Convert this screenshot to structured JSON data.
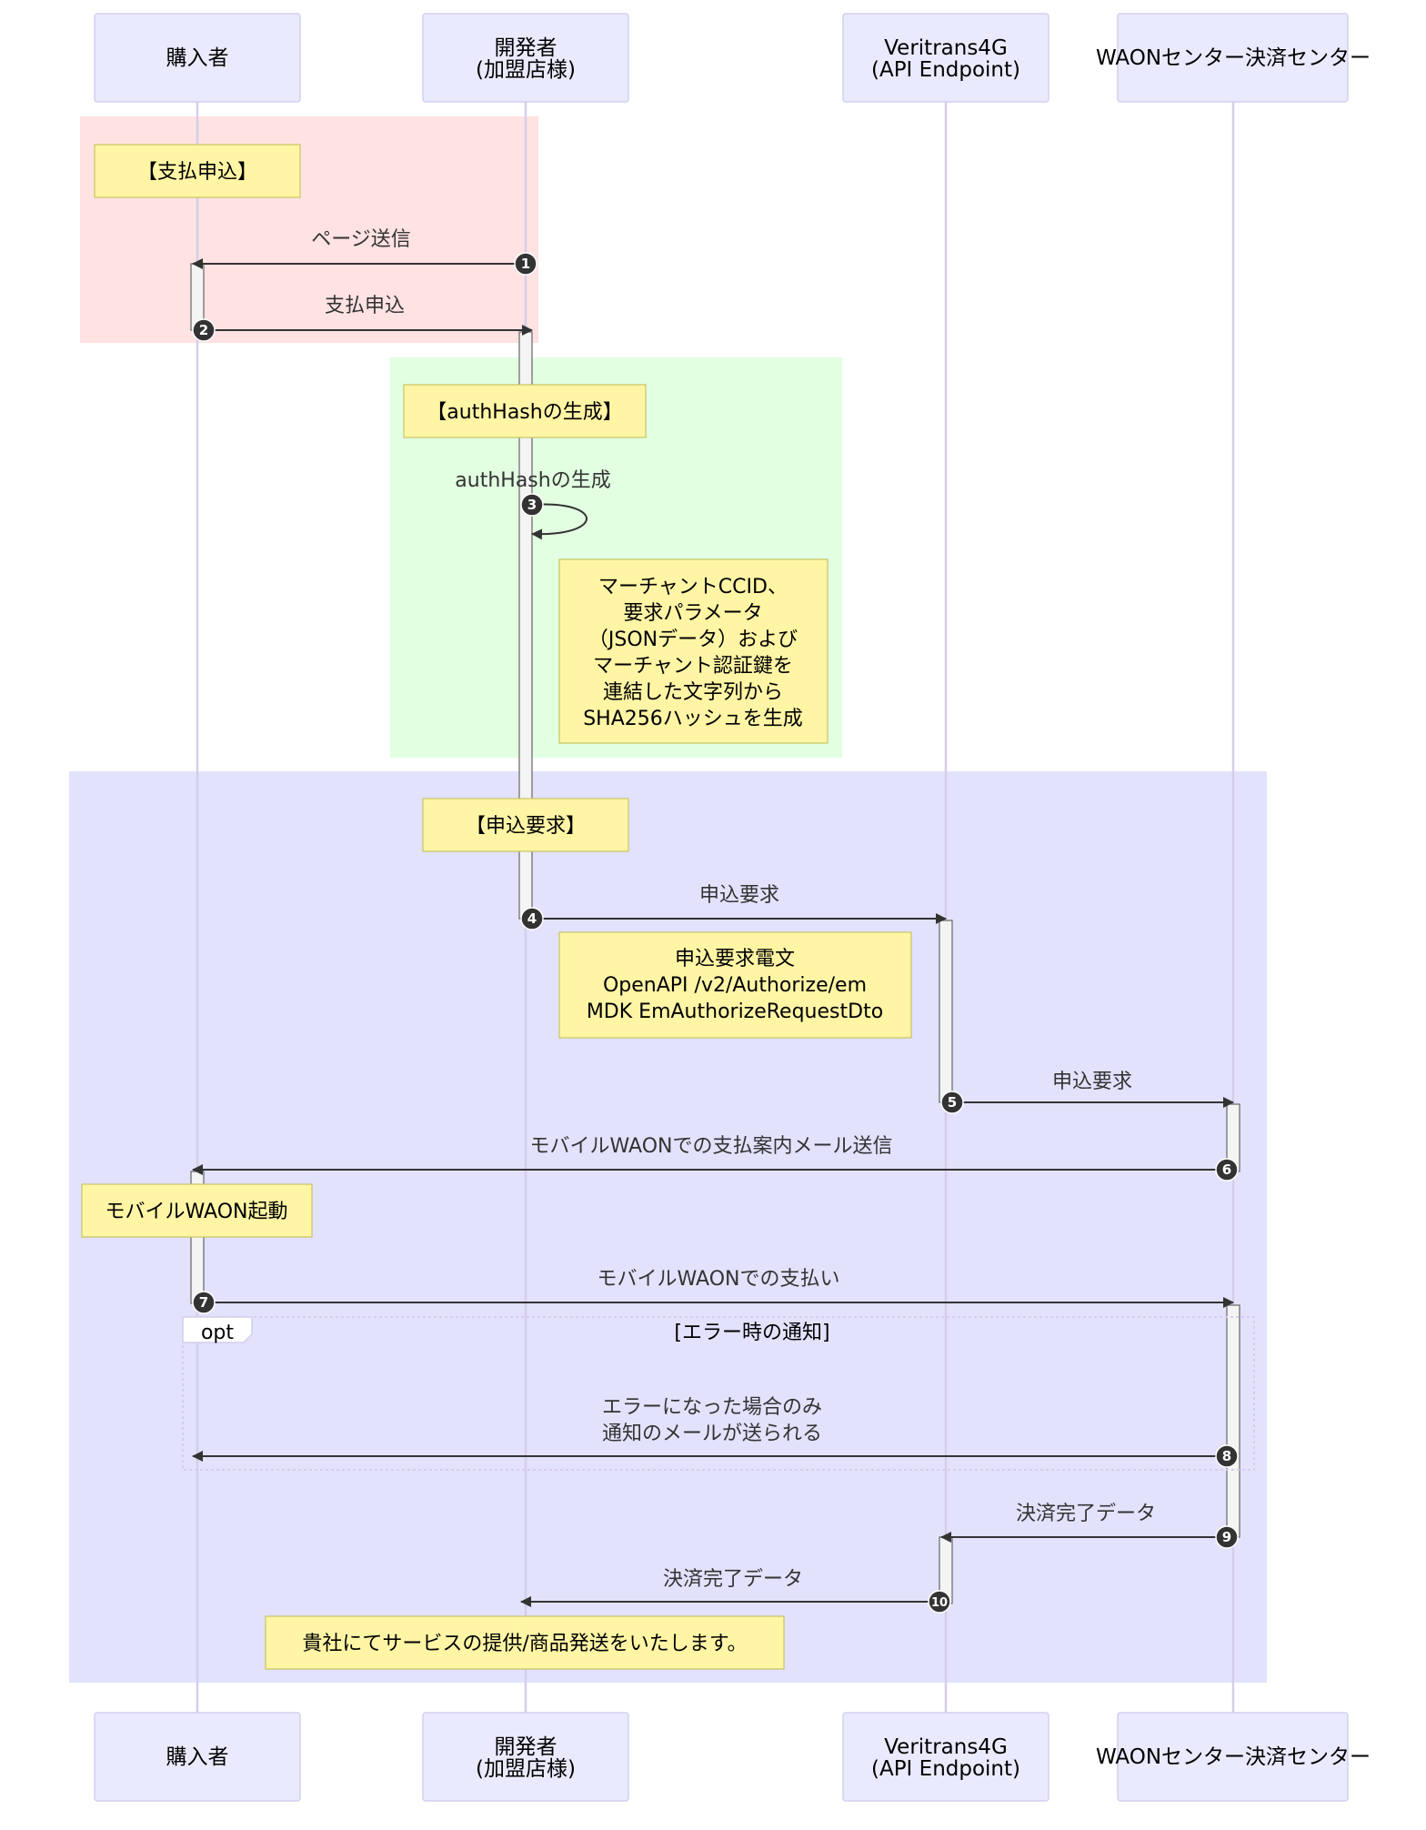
{
  "participants": {
    "buyer": [
      "購入者"
    ],
    "developer": [
      "開発者",
      "(加盟店様)"
    ],
    "veritrans": [
      "Veritrans4G",
      "(API Endpoint)"
    ],
    "waon": [
      "WAONセンター決済センター"
    ]
  },
  "colors": {
    "actor_fill": "#eaeafe",
    "actor_border": "#d3cfef",
    "lifeline": "#d6cdea",
    "rect_payment_application": "#ffe2e2",
    "rect_authhash": "#e2ffe2",
    "rect_request": "#e2e2fd",
    "note_fill": "#fff5a5",
    "note_border": "#c8c460",
    "arrow": "#333333",
    "number_badge": "#333333"
  },
  "notes": {
    "payment_application": "【支払申込】",
    "authhash_generation": "【authHashの生成】",
    "authhash_detail": [
      "マーチャントCCID、",
      "要求パラメータ",
      "（JSONデータ）および",
      "マーチャント認証鍵を",
      "連結した文字列から",
      "SHA256ハッシュを生成"
    ],
    "application_request": "【申込要求】",
    "request_message": [
      "申込要求電文",
      "OpenAPI /v2/Authorize/em",
      "MDK EmAuthorizeRequestDto"
    ],
    "mobile_waon_launch": "モバイルWAON起動",
    "service_delivery": "貴社にてサービスの提供/商品発送をいたします。"
  },
  "messages": [
    {
      "num": "1",
      "label": [
        "ページ送信"
      ]
    },
    {
      "num": "2",
      "label": [
        "支払申込"
      ]
    },
    {
      "num": "3",
      "label": [
        "authHashの生成"
      ]
    },
    {
      "num": "4",
      "label": [
        "申込要求"
      ]
    },
    {
      "num": "5",
      "label": [
        "申込要求"
      ]
    },
    {
      "num": "6",
      "label": [
        "モバイルWAONでの支払案内メール送信"
      ]
    },
    {
      "num": "7",
      "label": [
        "モバイルWAONでの支払い"
      ]
    },
    {
      "num": "8",
      "label": [
        "エラーになった場合のみ",
        "通知のメールが送られる"
      ]
    },
    {
      "num": "9",
      "label": [
        "決済完了データ"
      ]
    },
    {
      "num": "10",
      "label": [
        "決済完了データ"
      ]
    }
  ],
  "opt_block": {
    "keyword": "opt",
    "condition": "[エラー時の通知]"
  }
}
